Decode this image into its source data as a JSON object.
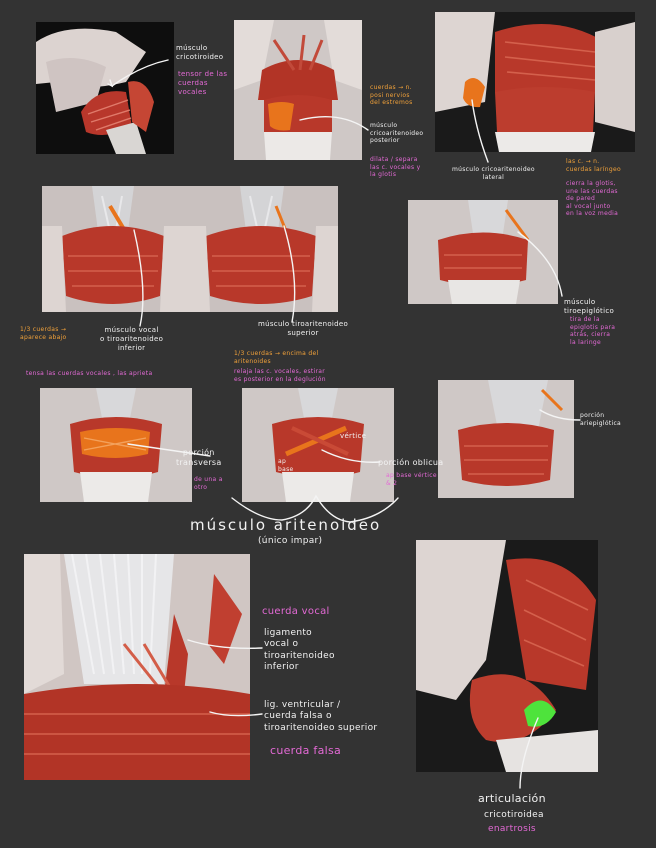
{
  "colors": {
    "background": "#333333",
    "note_white": "#f2f2f2",
    "note_pink": "#e46ad6",
    "note_orange": "#f2a23a",
    "highlight_orange": "#e8741c",
    "highlight_green": "#4ee33c"
  },
  "panel1": {
    "title": "músculo\ncricotiroideo",
    "function": "tensor de las\ncuerdas\nvocales"
  },
  "panel2": {
    "nerve": "cuerdas → n.\nposi      nervios\n           del estremos",
    "title": "músculo\ncricoaritenoideo\nposterior",
    "function": "dilata / separa\nlas c. vocales y\nla glotis"
  },
  "panel3": {
    "title": "músculo cricoaritenoideo\nlateral",
    "nerve": "las c.      → n.\ncuerdas      laríngeo",
    "function": "cierra la glotis,\nune las cuerdas\nde pared\nal vocal junto\nen la voz media"
  },
  "row2": {
    "vocal_nerve": "1/3 cuerdas →\naparece abajo",
    "vocal_title": "músculo vocal\no tiroaritenoideo\ninferior",
    "vocal_function": "tensa las cuerdas vocales , las aprieta",
    "superior_title": "músculo tiroaritenoideo\nsuperior",
    "superior_nerve": "1/3 cuerdas →   encima del\n                 aritenoides",
    "superior_function": "relaja las c. vocales, estirar\nes posterior en la deglución",
    "epiglotic_title": "músculo\ntiroepiglótico",
    "epiglotic_function": "tira de la\nepiglotis para\natrás, cierra\nla laringe"
  },
  "row3": {
    "transverse_title": "porción\ntransversa",
    "transverse_note": "de una a\notro",
    "oblique_label_1": "vértice",
    "oblique_label_2": "ap\nbase",
    "oblique_title": "porción oblicua",
    "oblique_note": "ap base   vértice\n&           2",
    "aryepiglottic_title": "porción\nariepiglótica"
  },
  "arytenoid": {
    "title": "músculo  aritenoideo",
    "subtitle": "(único impar)"
  },
  "bottom_left": {
    "vocal_cord": "cuerda vocal",
    "ligament": "ligamento\nvocal o\ntiroaritenoideo\ninferior",
    "ventricular": "lig. ventricular /\ncuerda falsa o\ntiroaritenoideo superior",
    "false_cord": "cuerda  falsa"
  },
  "bottom_right": {
    "title": "articulación",
    "subtitle": "cricotiroidea",
    "type": "enartrosis"
  }
}
